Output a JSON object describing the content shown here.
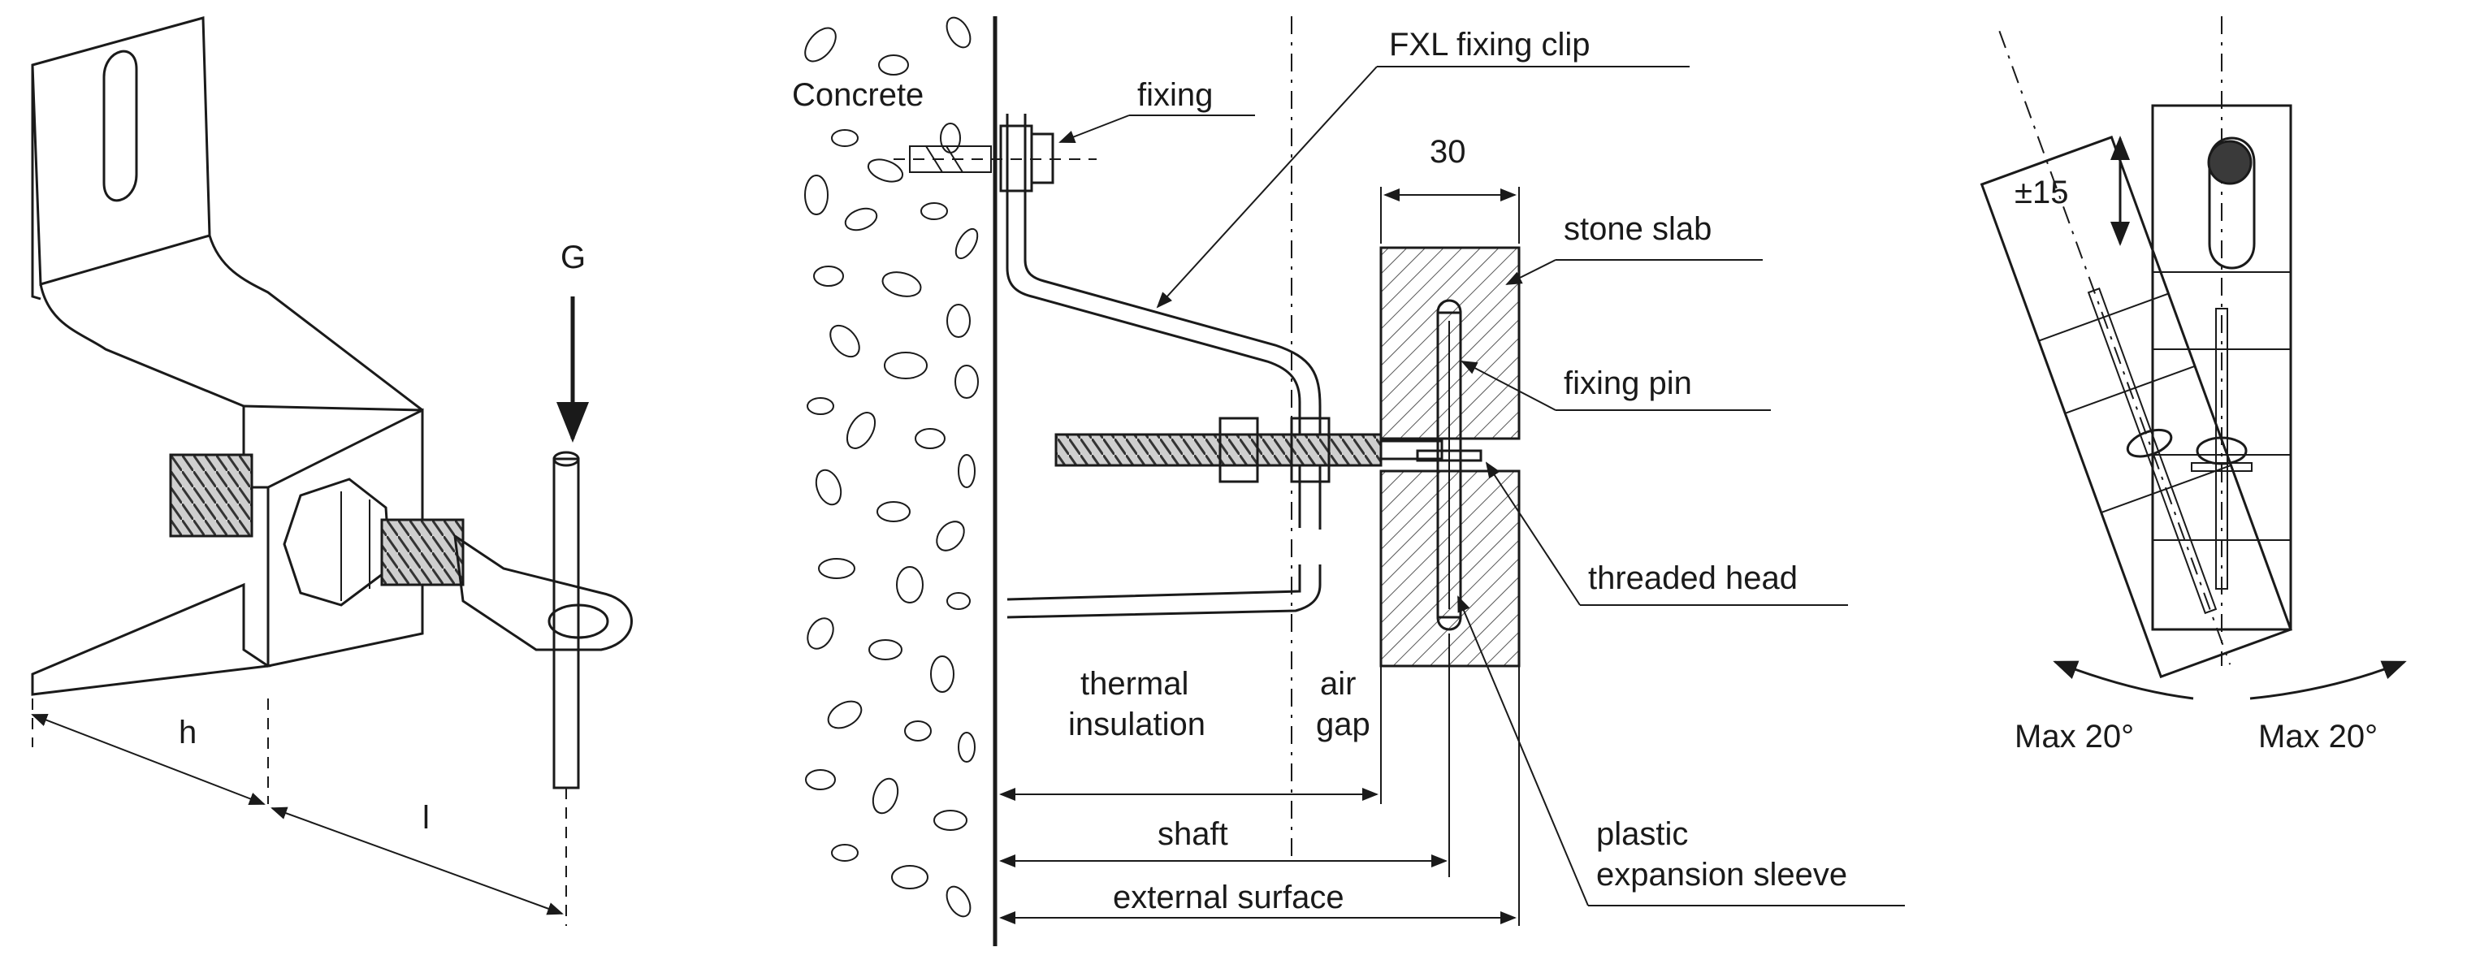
{
  "panel_left": {
    "label_g": "G",
    "label_h": "h",
    "label_l": "l"
  },
  "panel_center": {
    "label_concrete": "Concrete",
    "label_fixing": "fixing",
    "label_clip": "FXL fixing clip",
    "label_30": "30",
    "label_stone": "stone slab",
    "label_pin": "fixing pin",
    "label_thread": "threaded head",
    "label_thermal_1": "thermal",
    "label_thermal_2": "insulation",
    "label_air_1": "air",
    "label_air_2": "gap",
    "label_shaft": "shaft",
    "label_sleeve_1": "plastic",
    "label_sleeve_2": "expansion sleeve",
    "label_external": "external surface"
  },
  "panel_right": {
    "label_pm15": "±15",
    "label_max_left": "Max 20°",
    "label_max_right": "Max 20°"
  }
}
